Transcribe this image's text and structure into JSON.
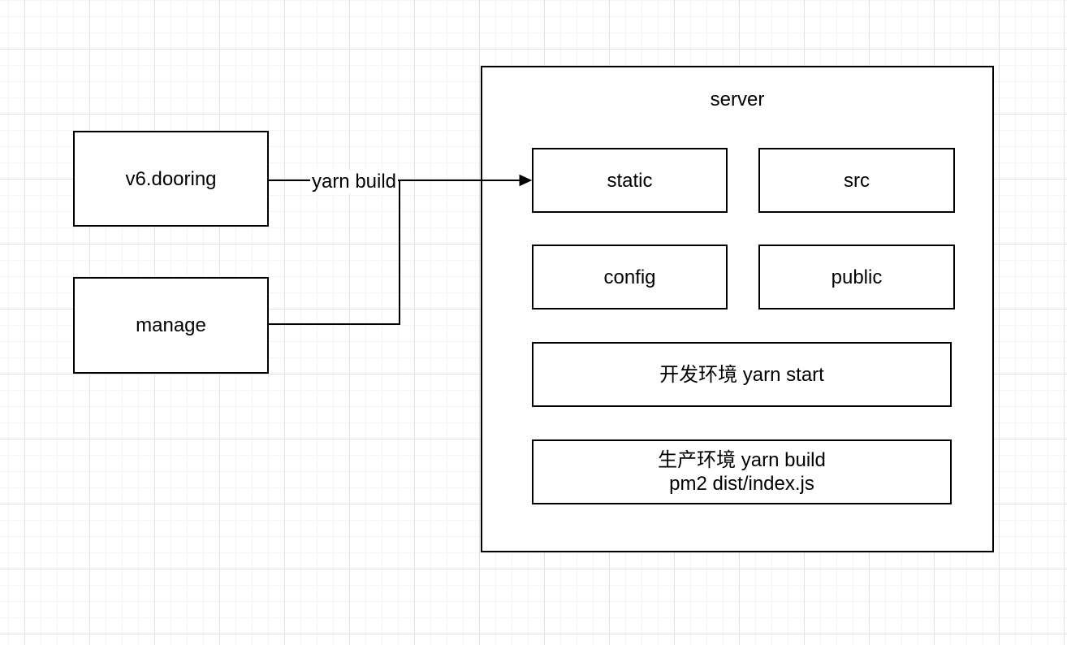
{
  "diagram": {
    "nodes": {
      "v6dooring": {
        "label": "v6.dooring"
      },
      "manage": {
        "label": "manage"
      },
      "server": {
        "label": "server"
      },
      "static_dir": {
        "label": "static"
      },
      "src_dir": {
        "label": "src"
      },
      "config_dir": {
        "label": "config"
      },
      "public_dir": {
        "label": "public"
      },
      "dev_env": {
        "label": "开发环境 yarn start"
      },
      "prod_env": {
        "label_line1": "生产环境 yarn build",
        "label_line2": "pm2 dist/index.js"
      }
    },
    "edges": {
      "build": {
        "label": "yarn build"
      }
    },
    "colors": {
      "stroke": "#000000",
      "node_fill": "#ffffff",
      "grid_minor": "#f4f4f4",
      "grid_major": "#e2e2e2",
      "text": "#000000"
    }
  }
}
